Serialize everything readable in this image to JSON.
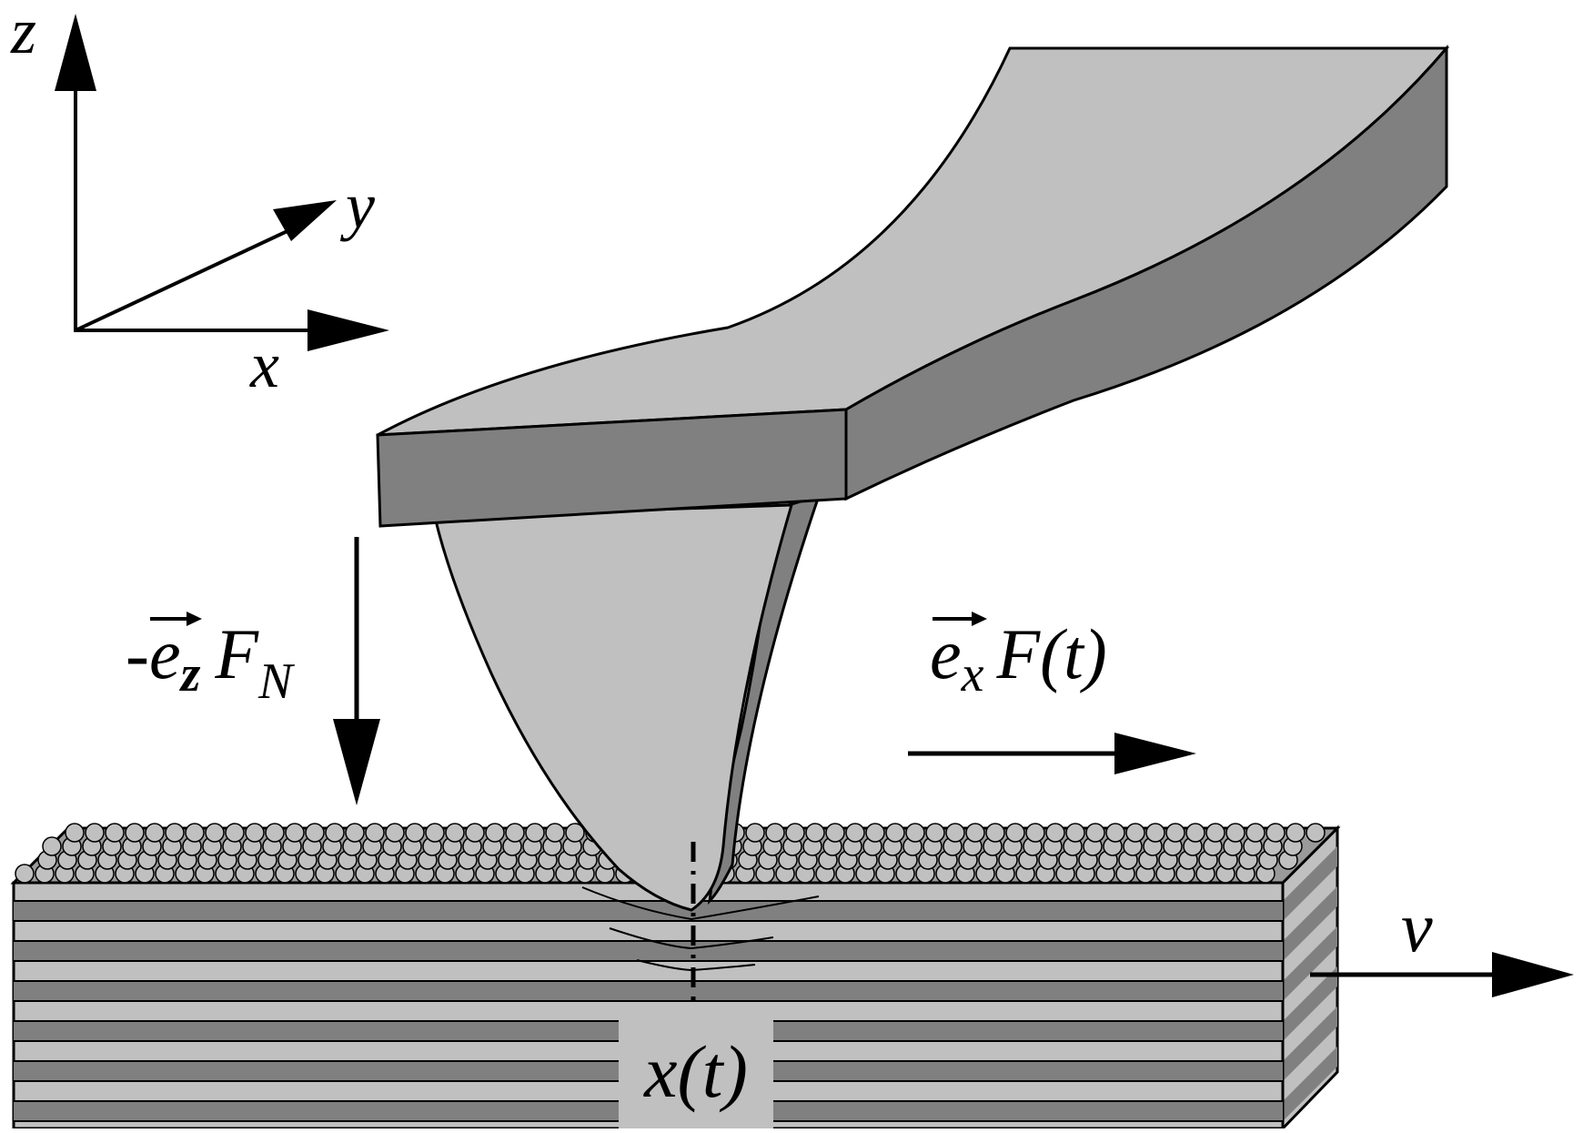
{
  "axes": {
    "z_label": "z",
    "y_label": "y",
    "x_label": "x"
  },
  "forces": {
    "normal_prefix": "-",
    "normal_vector": "e",
    "normal_vector_sub": "z",
    "normal_force": "F",
    "normal_force_sub": "N",
    "lateral_vector": "e",
    "lateral_vector_sub": "x",
    "lateral_force": "F(t)"
  },
  "substrate": {
    "velocity_label": "v",
    "position_label": "x(t)"
  },
  "colors": {
    "light_gray": "#c0c0c0",
    "dark_gray": "#808080",
    "outline": "#000000",
    "background": "#ffffff"
  }
}
